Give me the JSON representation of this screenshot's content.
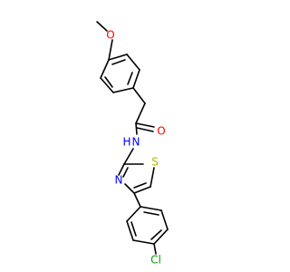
{
  "structure": {
    "atoms": {
      "methyl": "",
      "methoxy_oxygen": "O",
      "carbonyl_oxygen": "O",
      "amide_nitrogen": "N",
      "amide_hydrogen": "H",
      "thiazole_sulfur": "S",
      "thiazole_nitrogen": "N",
      "chlorine": "Cl"
    },
    "colors": {
      "bond": "#000000",
      "oxygen": "#ff0000",
      "nitrogen": "#0000ff",
      "sulfur": "#b8b800",
      "chlorine": "#00a000"
    }
  }
}
